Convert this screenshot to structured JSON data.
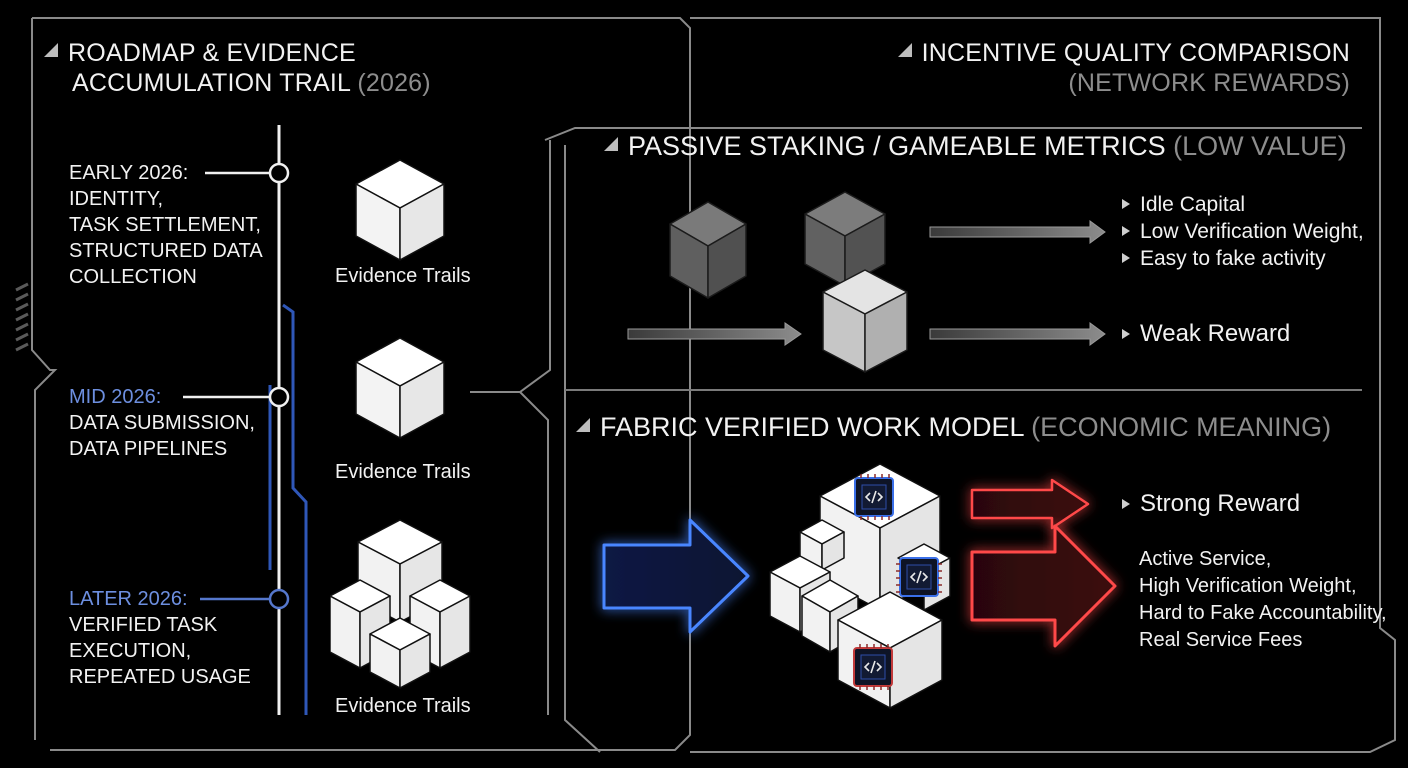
{
  "left_panel": {
    "title_line1": "ROADMAP & EVIDENCE",
    "title_line2": "ACCUMULATION TRAIL",
    "title_year": "(2026)",
    "phases": [
      {
        "head": "EARLY 2026:",
        "lines": [
          "IDENTITY,",
          "TASK SETTLEMENT,",
          "STRUCTURED DATA",
          "COLLECTION"
        ]
      },
      {
        "head": "MID 2026:",
        "lines": [
          "DATA SUBMISSION,",
          "DATA PIPELINES"
        ]
      },
      {
        "head": "LATER 2026:",
        "lines": [
          "VERIFIED TASK",
          "EXECUTION,",
          "REPEATED USAGE"
        ]
      }
    ],
    "evidence_label": "Evidence Trails"
  },
  "right_panel": {
    "title": "INCENTIVE QUALITY COMPARISON",
    "subtitle": "(NETWORK REWARDS)",
    "passive": {
      "title": "PASSIVE STAKING / GAMEABLE METRICS",
      "qualifier": "(LOW VALUE)",
      "outcomes": [
        "Idle Capital",
        "Low Verification Weight,",
        "Easy to fake activity"
      ],
      "reward": "Weak Reward"
    },
    "fabric": {
      "title": "FABRIC VERIFIED WORK MODEL",
      "qualifier": "(ECONOMIC MEANING)",
      "reward": "Strong Reward",
      "outcomes": [
        "Active Service,",
        "High Verification Weight,",
        "Hard to Fake Accountability,",
        "Real Service Fees"
      ]
    }
  },
  "colors": {
    "background": "#000000",
    "blue_accent": "#3a6fe8",
    "red_accent": "#e8333a",
    "muted_text": "#8d8d8d"
  },
  "icons": [
    "triangle-marker-icon",
    "cube-icon",
    "chip-icon",
    "arrow-right-icon"
  ]
}
